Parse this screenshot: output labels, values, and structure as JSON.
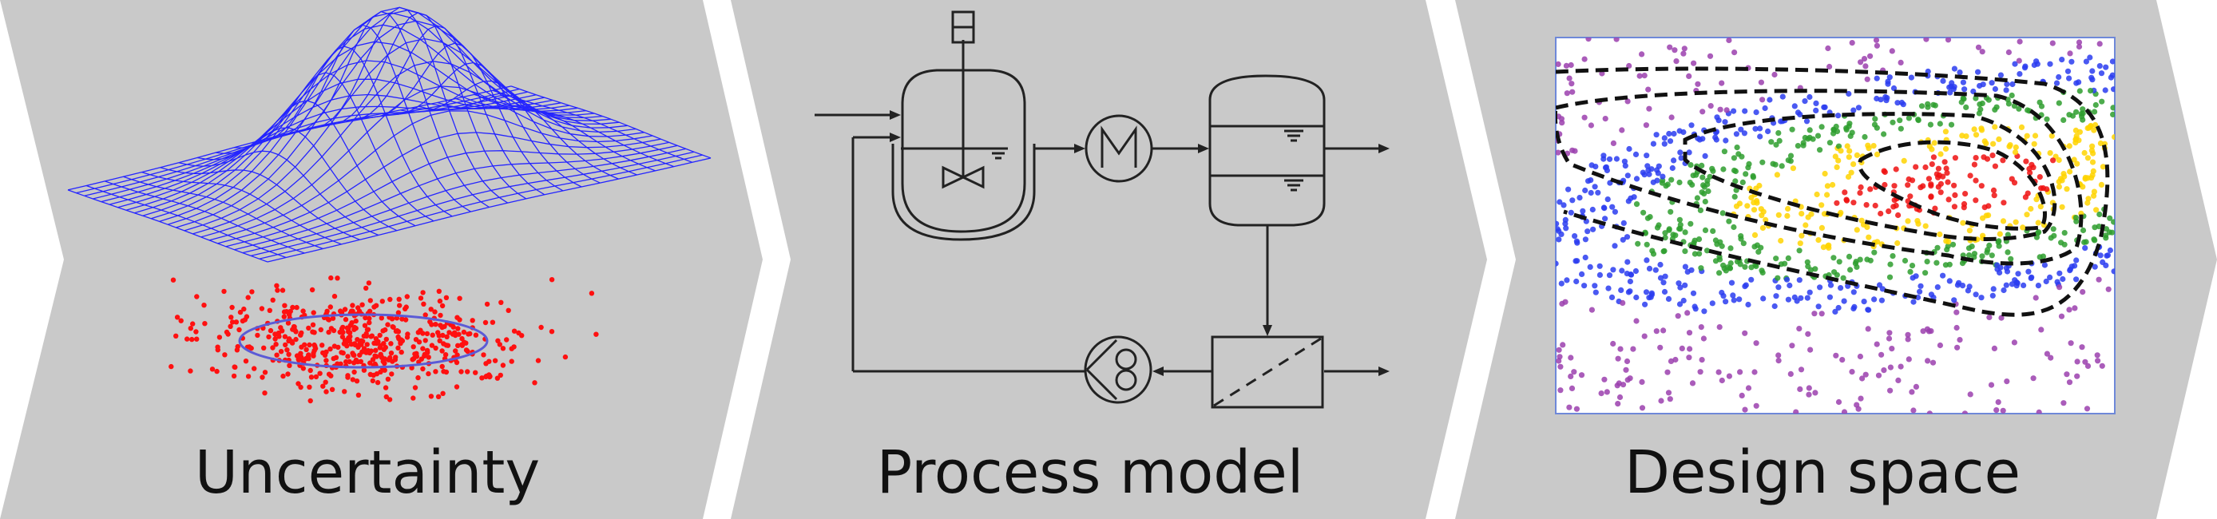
{
  "colors": {
    "background": "#ffffff",
    "chevron": "#c9c9c9",
    "surface_mesh": "#2424ff",
    "sample_points": "#ff1010",
    "ellipse": "#5b5bd6",
    "line": "#222222",
    "contour": "#111111",
    "ds_purple": "#9b3fae",
    "ds_blue": "#2a3cf0",
    "ds_green": "#2e9e2e",
    "ds_yellow": "#ffd400",
    "ds_red": "#ee1111",
    "plot_border": "#6e88d8"
  },
  "stages": [
    {
      "label": "Uncertainty"
    },
    {
      "label": "Process model"
    },
    {
      "label": "Design space"
    }
  ]
}
